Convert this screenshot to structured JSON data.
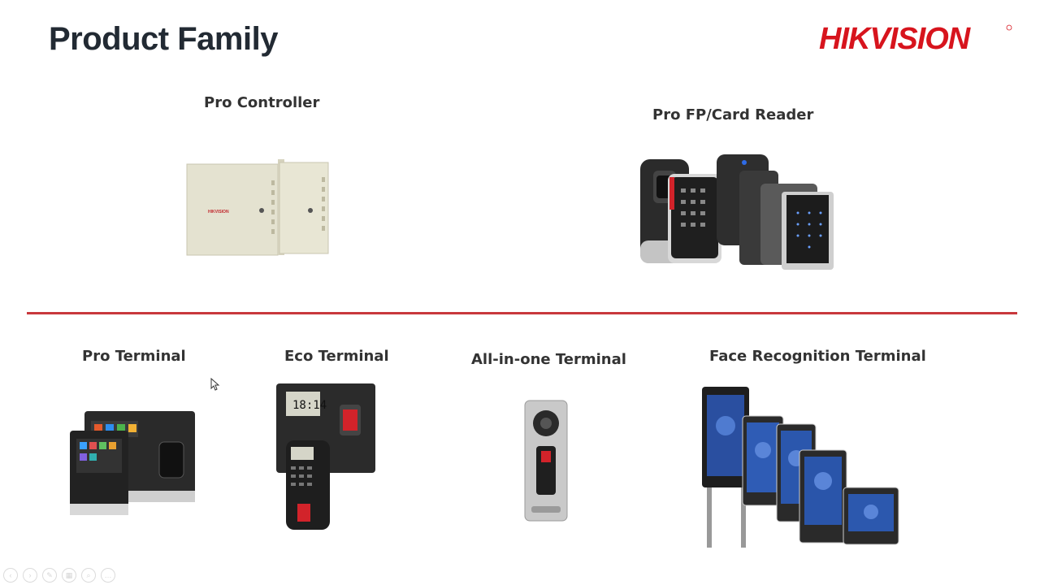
{
  "slide": {
    "title": "Product Family",
    "brand": "HIKVISION"
  },
  "top_row": [
    {
      "label": "Pro Controller"
    },
    {
      "label": "Pro FP/Card Reader"
    }
  ],
  "bottom_row": [
    {
      "label": "Pro Terminal",
      "screen_time": ""
    },
    {
      "label": "Eco Terminal",
      "screen_time": "18:14"
    },
    {
      "label": "All-in-one Terminal"
    },
    {
      "label": "Face Recognition Terminal"
    }
  ],
  "colors": {
    "brand_red": "#d7141d",
    "divider": "#c8383c",
    "title": "#222a33"
  }
}
